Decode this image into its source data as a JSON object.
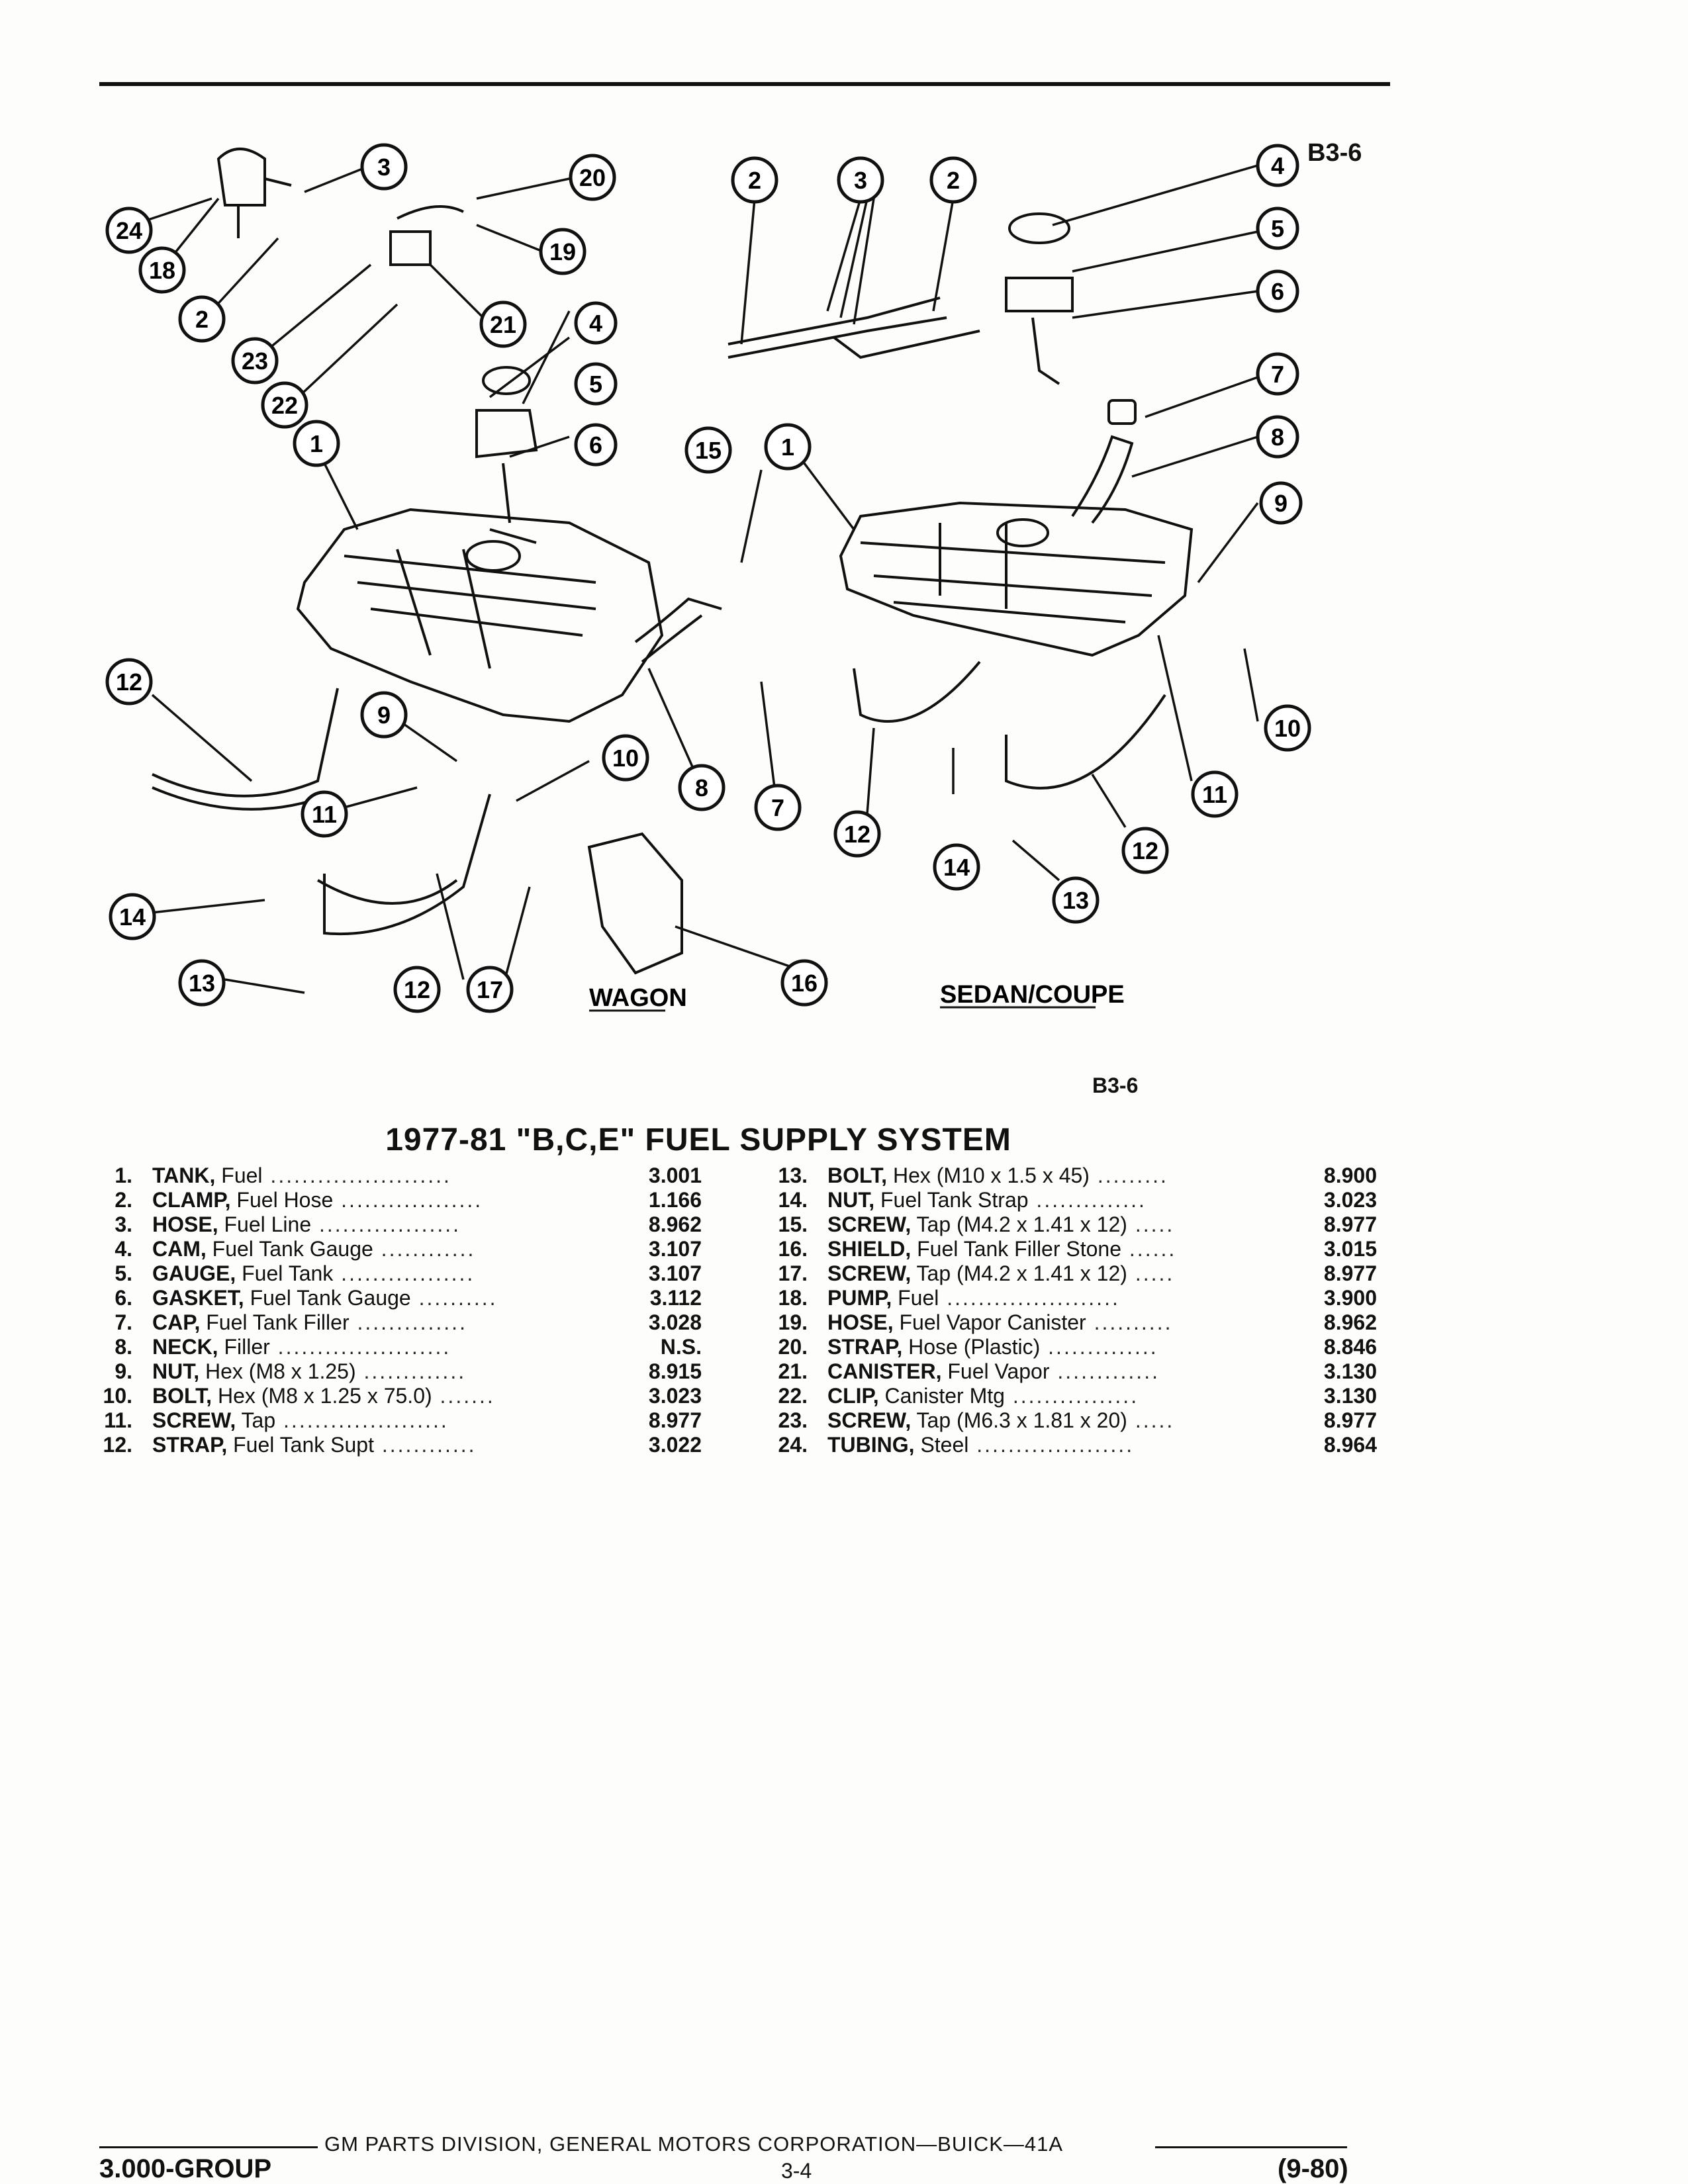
{
  "figure_code": "B3-6",
  "figure_code_bottom": "B3-6",
  "diagram": {
    "labels": {
      "wagon": "WAGON",
      "sedan_coupe": "SEDAN/COUPE"
    },
    "callouts": [
      "24",
      "18",
      "3",
      "2",
      "23",
      "22",
      "20",
      "19",
      "21",
      "4",
      "5",
      "6",
      "1",
      "12",
      "9",
      "11",
      "10",
      "8",
      "7",
      "14",
      "13",
      "12",
      "17",
      "16",
      "2",
      "3",
      "2",
      "4",
      "5",
      "6",
      "7",
      "8",
      "15",
      "1",
      "9",
      "10",
      "11",
      "12",
      "14",
      "12",
      "13"
    ]
  },
  "title": "1977-81 \"B,C,E\" FUEL SUPPLY SYSTEM",
  "parts_left": [
    {
      "num": "1.",
      "name": "TANK,",
      "desc": " Fuel",
      "leader": " .......................",
      "group": "3.001"
    },
    {
      "num": "2.",
      "name": "CLAMP,",
      "desc": " Fuel Hose",
      "leader": " ..................",
      "group": "1.166"
    },
    {
      "num": "3.",
      "name": "HOSE,",
      "desc": " Fuel Line",
      "leader": " ..................",
      "group": "8.962"
    },
    {
      "num": "4.",
      "name": "CAM,",
      "desc": " Fuel Tank Gauge",
      "leader": " ............",
      "group": "3.107"
    },
    {
      "num": "5.",
      "name": "GAUGE,",
      "desc": " Fuel Tank",
      "leader": " .................",
      "group": "3.107"
    },
    {
      "num": "6.",
      "name": "GASKET,",
      "desc": " Fuel Tank Gauge",
      "leader": " ..........",
      "group": "3.112"
    },
    {
      "num": "7.",
      "name": "CAP,",
      "desc": " Fuel Tank Filler",
      "leader": " ..............",
      "group": "3.028"
    },
    {
      "num": "8.",
      "name": "NECK,",
      "desc": " Filler",
      "leader": " ......................",
      "group": "N.S."
    },
    {
      "num": "9.",
      "name": "NUT,",
      "desc": " Hex (M8 x 1.25)",
      "leader": " .............",
      "group": "8.915"
    },
    {
      "num": "10.",
      "name": "BOLT,",
      "desc": " Hex (M8 x 1.25 x 75.0)",
      "leader": " .......",
      "group": "3.023"
    },
    {
      "num": "11.",
      "name": "SCREW,",
      "desc": " Tap",
      "leader": " .....................",
      "group": "8.977"
    },
    {
      "num": "12.",
      "name": "STRAP,",
      "desc": " Fuel Tank Supt",
      "leader": " ............",
      "group": "3.022"
    }
  ],
  "parts_right": [
    {
      "num": "13.",
      "name": "BOLT,",
      "desc": " Hex (M10 x 1.5 x 45)",
      "leader": " .........",
      "group": "8.900"
    },
    {
      "num": "14.",
      "name": "NUT,",
      "desc": " Fuel Tank Strap",
      "leader": " ..............",
      "group": "3.023"
    },
    {
      "num": "15.",
      "name": "SCREW,",
      "desc": " Tap (M4.2 x 1.41 x 12)",
      "leader": " .....",
      "group": "8.977"
    },
    {
      "num": "16.",
      "name": "SHIELD,",
      "desc": " Fuel Tank Filler Stone",
      "leader": " ......",
      "group": "3.015"
    },
    {
      "num": "17.",
      "name": "SCREW,",
      "desc": " Tap (M4.2 x 1.41 x 12)",
      "leader": " .....",
      "group": "8.977"
    },
    {
      "num": "18.",
      "name": "PUMP,",
      "desc": " Fuel",
      "leader": " ......................",
      "group": "3.900"
    },
    {
      "num": "19.",
      "name": "HOSE,",
      "desc": " Fuel Vapor Canister",
      "leader": " ..........",
      "group": "8.962"
    },
    {
      "num": "20.",
      "name": "STRAP,",
      "desc": " Hose (Plastic)",
      "leader": " ..............",
      "group": "8.846"
    },
    {
      "num": "21.",
      "name": "CANISTER,",
      "desc": " Fuel Vapor",
      "leader": " .............",
      "group": "3.130"
    },
    {
      "num": "22.",
      "name": "CLIP,",
      "desc": " Canister Mtg",
      "leader": " ................",
      "group": "3.130"
    },
    {
      "num": "23.",
      "name": "SCREW,",
      "desc": " Tap (M6.3 x 1.81 x 20)",
      "leader": " .....",
      "group": "8.977"
    },
    {
      "num": "24.",
      "name": "TUBING,",
      "desc": " Steel",
      "leader": " ....................",
      "group": "8.964"
    }
  ],
  "footer": {
    "center": "GM PARTS DIVISION, GENERAL MOTORS CORPORATION—BUICK—41A",
    "group": "3.000-GROUP",
    "page": "3-4",
    "date": "(9-80)"
  }
}
